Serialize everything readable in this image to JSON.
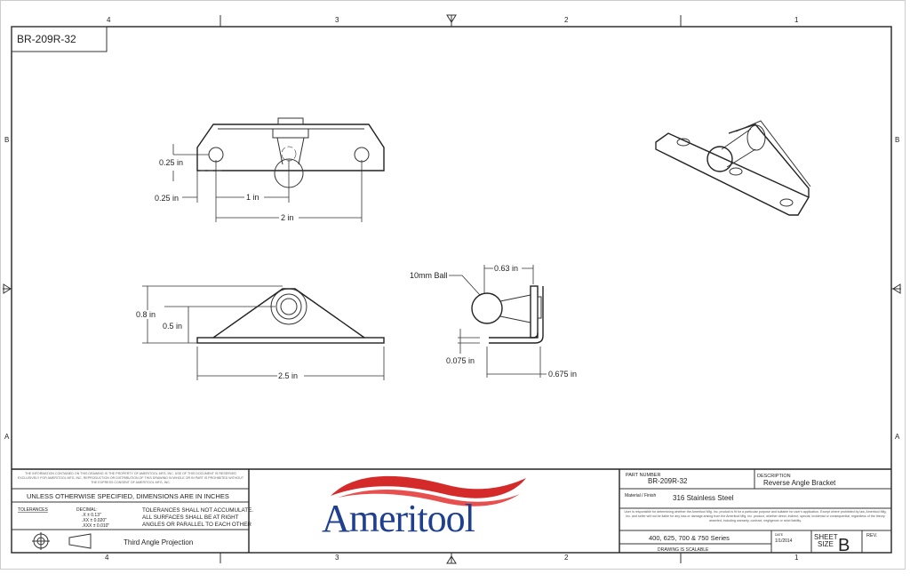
{
  "sheet": {
    "zone_columns": [
      "4",
      "3",
      "2",
      "1"
    ],
    "zone_rows": [
      "B",
      "A"
    ],
    "corner_label": "BR-209R-32"
  },
  "views": {
    "top": {
      "dim_hole_offset": "0.25 in",
      "dim_edge_offset": "0.25 in",
      "dim_center": "1 in",
      "dim_holes": "2 in"
    },
    "front": {
      "dim_height": "0.8 in",
      "dim_ball_height": "0.5 in",
      "dim_length": "2.5 in"
    },
    "side": {
      "ball_label": "10mm Ball",
      "dim_ball_reach": "0.63 in",
      "dim_thickness": "0.075 in",
      "dim_width": "0.675 in"
    }
  },
  "title_block": {
    "proprietary_notice": "THE INFORMATION CONTAINED ON THIS DRAWING IS THE PROPERTY OF AMERITOOL MFG, INC. USE OF THIS DOCUMENT IS RESERVED EXCLUSIVELY FOR AMERITOOL MFG, INC. REPRODUCTION OR DISTRIBUTION OF THIS DRAWING IN WHOLE OR IN PART IS PROHIBITED WITHOUT THE EXPRESS CONSENT OF AMERITOOL MFG, INC.",
    "units_note": "UNLESS OTHERWISE SPECIFIED, DIMENSIONS ARE IN INCHES",
    "tolerances_label": "TOLERANCES",
    "decimal_label": "DECIMAL:",
    "tol_x": ".X    ± 0.13\"",
    "tol_xx": ".XX   ± 0.020\"",
    "tol_xxx": ".XXX ± 0.010\"",
    "tol_note_1": "TOLERANCES SHALL NOT ACCUMULATE.",
    "tol_note_2": "ALL SURFACES SHALL BE AT RIGHT",
    "tol_note_3": "ANGLES OR PARALLEL TO EACH OTHER",
    "projection": "Third Angle Projection",
    "logo_text": "Ameritool",
    "part_number_label": "PART NUMBER",
    "part_number": "BR-209R-32",
    "description_label": "DESCRIPTION",
    "description": "Reverse Angle Bracket",
    "material_label": "Material / Finish",
    "material": "316 Stainless Steel",
    "disclaimer": "User is responsible for determining whether the Ameritool Mfg, Inc. product is fit for a particular purpose and suitable for user's application. Except where prohibited by law, Ameritool Mfg, Inc. and seller will not be liable for any loss or damage arising from the Ameritool Mfg, Inc. product, whether direct, indirect, special, incidental or consequential, regardless of the theory asserted, including warranty, contract, negligence or strict liability.",
    "series": "400, 625, 700 & 750 Series",
    "scalable": "DRAWING IS SCALABLE",
    "date_label": "DATE",
    "date": "1/1/2014",
    "sheet_size_label_1": "SHEET",
    "sheet_size_label_2": "SIZE",
    "sheet_size": "B",
    "rev_label": "REV."
  },
  "colors": {
    "logo_red": "#d42a2a",
    "logo_blue": "#1f3f8f",
    "line": "#333333"
  }
}
